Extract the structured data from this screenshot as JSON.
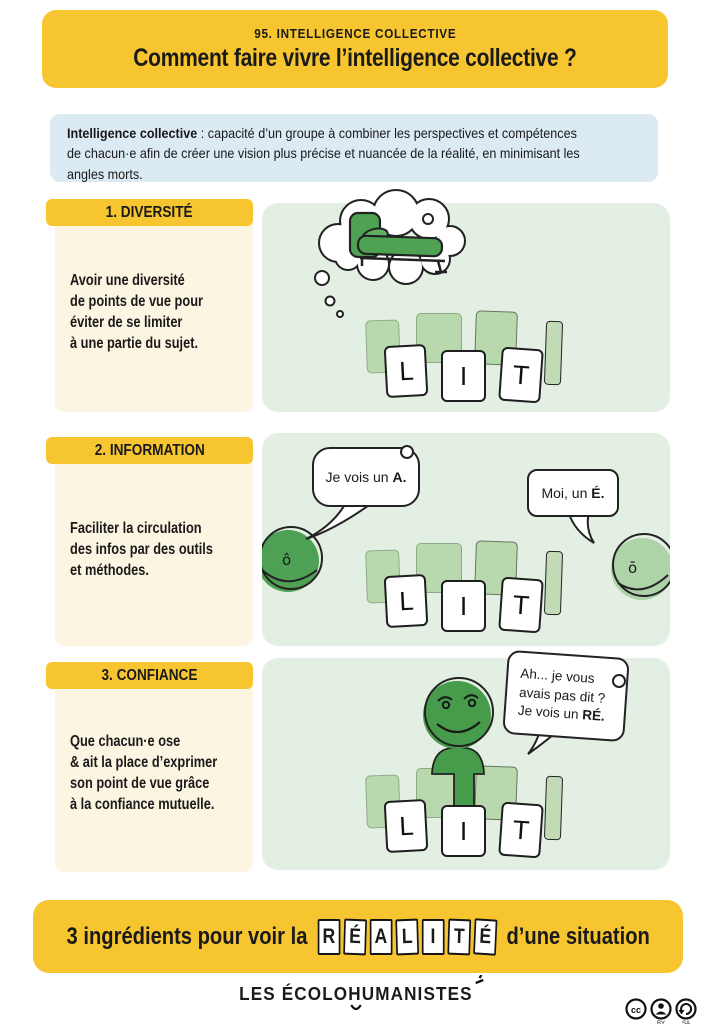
{
  "header": {
    "kicker": "95. INTELLIGENCE COLLECTIVE",
    "title": "Comment faire vivre l’intelligence collective ?"
  },
  "definition": {
    "term": "Intelligence collective",
    "body": " : capacité d’un groupe à combiner les perspectives et compétences\nde chacun·e afin de créer une vision plus précise et nuancée de la réalité, en minimisant les\nangles morts."
  },
  "sections": [
    {
      "label": "1. DIVERSITÉ",
      "text": "Avoir une diversité\nde points de vue pour\néviter de se limiter\nà une partie du sujet."
    },
    {
      "label": "2. INFORMATION",
      "text": "Faciliter la circulation\ndes infos par des outils\net méthodes."
    },
    {
      "label": "3. CONFIANCE",
      "text": "Que chacun·e ose\n& ait la place d’exprimer\nson point de vue grâce\nà la confiance mutuelle."
    }
  ],
  "lit": {
    "letters": [
      "L",
      "I",
      "T"
    ]
  },
  "bubbles": {
    "a_prefix": "Je vois un ",
    "a_emph": "A.",
    "e_prefix": "Moi, un ",
    "e_emph": "É.",
    "re_l1": "Ah... je vous",
    "re_l2": "avais pas dit ?",
    "re_l3": "Je vois un ",
    "re_emph": "RÉ."
  },
  "banner": {
    "prefix": "3 ingrédients pour voir la",
    "tiles": [
      "R",
      "É",
      "A",
      "L",
      "I",
      "T",
      "É"
    ],
    "suffix": "d’une situation"
  },
  "footer": {
    "logo": "LES ÉCOLOHUMANISTES",
    "license": {
      "cc": "cc",
      "by": "BY",
      "sa": "SA"
    }
  },
  "colors": {
    "accent_yellow": "#F6C52F",
    "cream": "#FCF5E2",
    "definition_blue": "#DCEAF4",
    "panel_green": "#E4EFE3",
    "green_dark": "#479C4C",
    "green_mid": "#4EA054",
    "green_light": "#AED3A8",
    "card_back_green": "#B8D8AE"
  }
}
